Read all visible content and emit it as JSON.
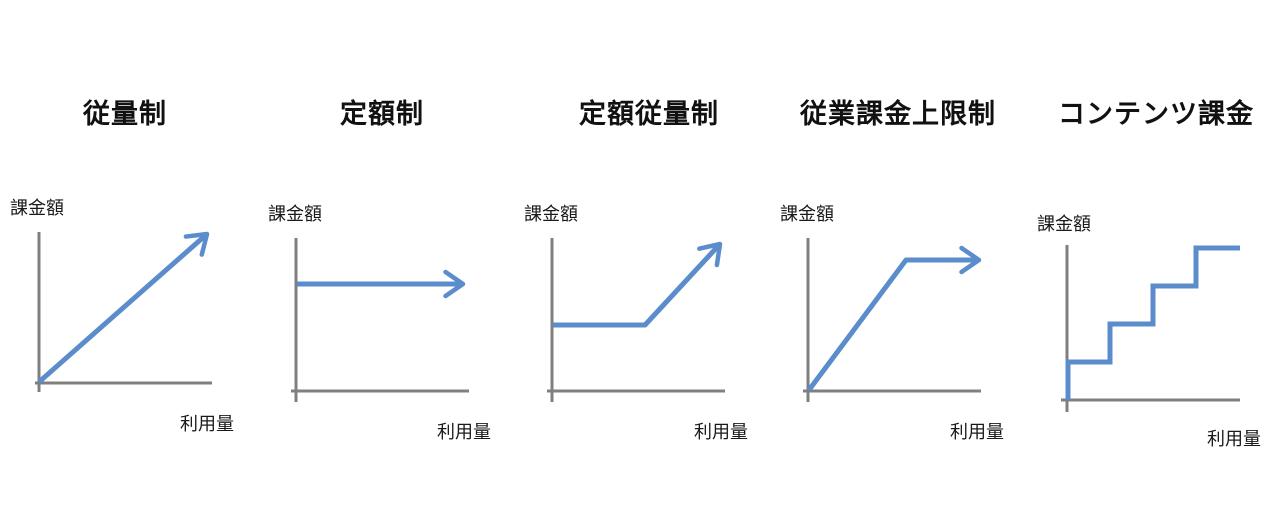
{
  "colors": {
    "axis": "#7f7f7f",
    "line": "#5b8ccc"
  },
  "panels": [
    {
      "title": "従量制",
      "y_label": "課金額",
      "x_label": "利用量",
      "shape": "linear-increase"
    },
    {
      "title": "定額制",
      "y_label": "課金額",
      "x_label": "利用量",
      "shape": "flat"
    },
    {
      "title": "定額従量制",
      "y_label": "課金額",
      "x_label": "利用量",
      "shape": "flat-then-increase"
    },
    {
      "title": "従業課金上限制",
      "y_label": "課金額",
      "x_label": "利用量",
      "shape": "increase-then-cap"
    },
    {
      "title": "コンテンツ課金",
      "y_label": "課金額",
      "x_label": "利用量",
      "shape": "step-increase"
    }
  ]
}
